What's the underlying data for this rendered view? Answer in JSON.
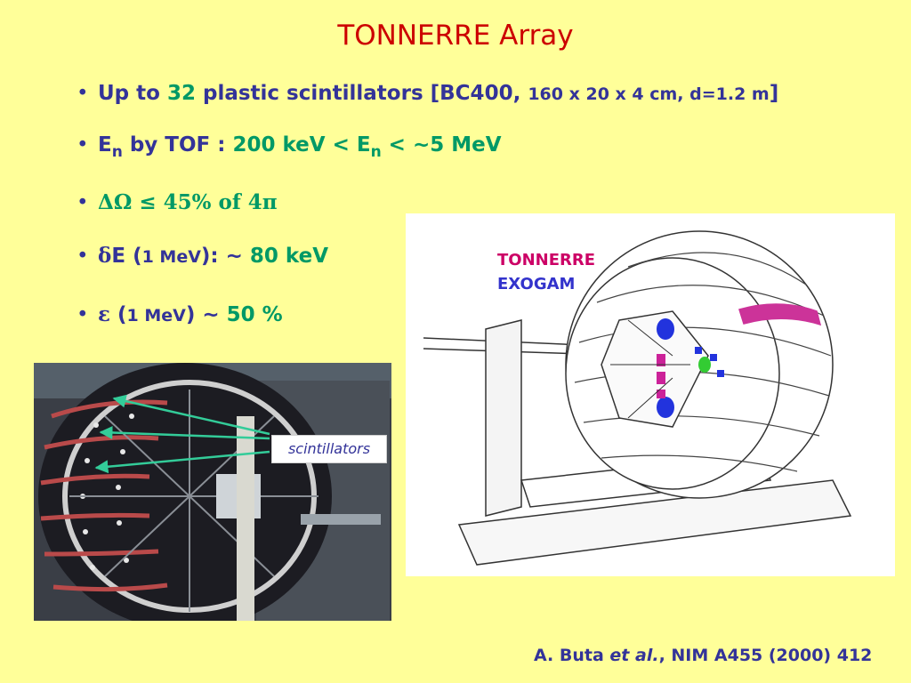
{
  "title": {
    "part1": "TONNERRE",
    "part2": "Array"
  },
  "bullets": [
    {
      "prefix": "Up to ",
      "num": "32",
      "text": " plastic scintillators [BC400, ",
      "small": "160 x 20 x 4 cm, d=1.2 m",
      "suffix": "]"
    },
    {
      "e": "E",
      "sub": "n",
      "mid": " by TOF :  ",
      "range1": "200 keV < E",
      "sub2": "n",
      "range2": " < ~5 MeV"
    },
    {
      "symbol": "ΔΩ ≤ 45% of 4π"
    },
    {
      "delta": "δ",
      "e": "E (",
      "small": "1 MeV",
      "after": "): ~ ",
      "value": "80 keV"
    },
    {
      "eps": "ε",
      "open": " (",
      "small": "1 MeV",
      "after": ") ~ ",
      "value": "50 %"
    }
  ],
  "photo": {
    "callout": "scintillators"
  },
  "diagram": {
    "label_tonnerre": "TONNERRE",
    "label_exogam": "EXOGAM"
  },
  "reference": {
    "authors": "A. Buta ",
    "etal": "et al.",
    "journal": ", NIM A455 (2000) 412"
  },
  "colors": {
    "background": "#ffff99",
    "title": "#cc0000",
    "text": "#333399",
    "accent": "#009966",
    "tonnerre": "#cc0066",
    "exogam": "#3333cc"
  }
}
